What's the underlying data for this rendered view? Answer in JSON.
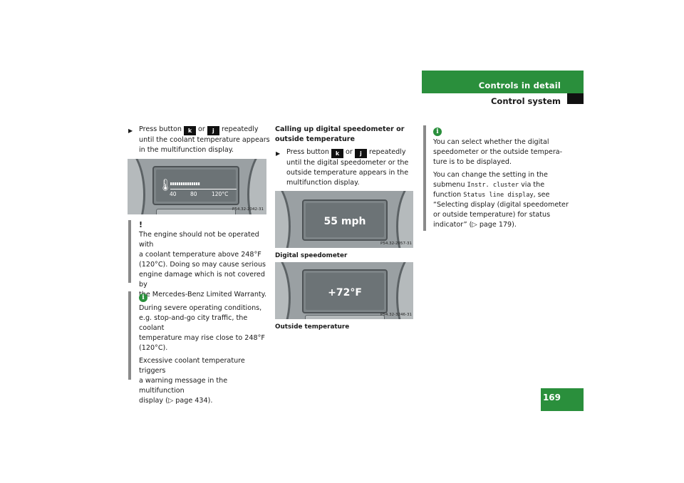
{
  "header": {
    "title": "Controls in detail",
    "subtitle": "Control system"
  },
  "page_number": "169",
  "col1": {
    "step_pre": "Press button ",
    "key_up": "k",
    "or": " or ",
    "key_down": "j",
    "step_post": " repeatedly",
    "step_line2": "until the coolant temperature appears",
    "step_line3": "in the multifunction display.",
    "figure_code": "P54.32-2042-31",
    "scale_40": "40",
    "scale_80": "80",
    "scale_120": "120°C",
    "warning": {
      "mark": "!",
      "lines": [
        "The engine should not be operated with",
        "a coolant temperature above 248°F",
        "(120°C). Doing so may cause serious",
        "engine damage which is not covered by",
        "the Mercedes-Benz Limited Warranty."
      ]
    },
    "info": {
      "mark": "i",
      "para1": [
        "During severe operating conditions,",
        "e.g. stop-and-go city traffic, the coolant",
        "temperature may rise close to 248°F",
        "(120°C)."
      ],
      "para2": [
        "Excessive coolant temperature triggers",
        "a warning message in the multifunction",
        "display (▷ page 434)."
      ]
    }
  },
  "col2": {
    "heading1": "Calling up digital speedometer or",
    "heading2": "outside temperature",
    "step_pre": "Press button ",
    "key_up": "k",
    "or": " or ",
    "key_down": "j",
    "step_post": " repeatedly",
    "step_line2": "until the digital speedometer or the",
    "step_line3": "outside temperature appears in the",
    "step_line4": "multifunction display.",
    "fig1_display": "55 mph",
    "fig1_code": "P54.32-2057-31",
    "fig1_caption": "Digital speedometer",
    "fig2_display": "+72°F",
    "fig2_code": "P54.32-3246-31",
    "fig2_caption": "Outside temperature"
  },
  "col3": {
    "mark": "i",
    "para1": [
      "You can select whether the digital",
      "speedometer or the outside tempera-",
      "ture is to be displayed."
    ],
    "para2_l1": "You can change the setting in the",
    "para2_l2_pre": "submenu ",
    "submenu": "Instr. cluster",
    "para2_l2_post": " via the",
    "para2_l3_pre": "function ",
    "function": "Status line display",
    "para2_l3_post": ", see",
    "para2_rest": [
      "“Selecting display (digital speedometer",
      "or outside temperature) for status",
      "indicator” (▷ page 179)."
    ]
  },
  "colors": {
    "accent": "#2a8f3c",
    "bar": "#8a8a8a"
  }
}
